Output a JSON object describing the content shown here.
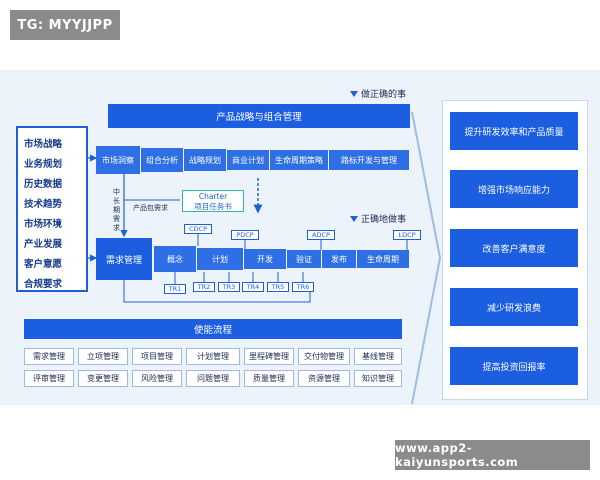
{
  "watermark_top": "TG: MYYJJPP",
  "watermark_bottom": "www.app2-kaiyunsports.com",
  "left_list": [
    "市场战略",
    "业务规划",
    "历史数据",
    "技术趋势",
    "市场环境",
    "产业发展",
    "客户意愿",
    "合规要求"
  ],
  "top_heading": "做正确的事",
  "top_bar": "产品战略与组合管理",
  "top_chain": [
    "市场洞察",
    "组合分析",
    "战略规划",
    "商业计划",
    "生命周期策略",
    "路标开发与管理"
  ],
  "mid_term": "中长期需求",
  "product_package": "产品包需求",
  "charter": {
    "line1": "Charter",
    "line2": "项目任务书"
  },
  "bottom_heading": "正确地做事",
  "demand_mgmt": "需求管理",
  "flow_chain": [
    "概念",
    "计划",
    "开发",
    "验证",
    "发布",
    "生命周期"
  ],
  "decision_points": [
    "CDCP",
    "PDCP",
    "ADCP",
    "LDCP"
  ],
  "tr_points": [
    "TR1",
    "TR2",
    "TR3",
    "TR4",
    "TR5",
    "TR6"
  ],
  "enable_bar": "使能流程",
  "enable_grid": [
    [
      "需求管理",
      "立项管理",
      "项目管理",
      "计划管理",
      "里程碑管理",
      "交付物管理",
      "基线管理"
    ],
    [
      "评审管理",
      "变更管理",
      "风险管理",
      "问题管理",
      "质量管理",
      "资源管理",
      "知识管理"
    ]
  ],
  "outcomes": [
    "提升研发效率和产品质量",
    "增强市场响应能力",
    "改善客户满意度",
    "减少研发浪费",
    "提高投资回报率"
  ],
  "colors": {
    "primary": "#1c5ee0",
    "panel": "#edf3fb",
    "dark_text": "#1d2b55",
    "watermark": "#8b8b8b"
  }
}
